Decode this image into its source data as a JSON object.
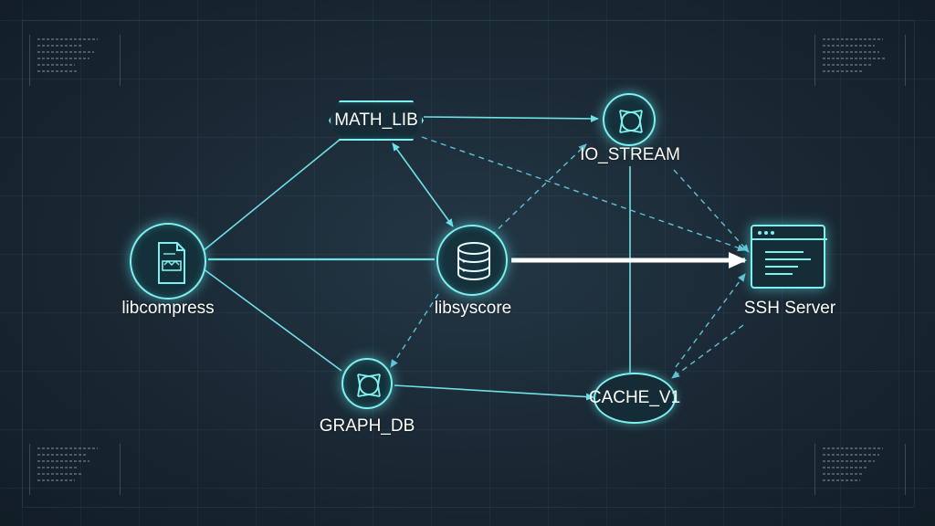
{
  "diagram": {
    "nodes": [
      {
        "id": "libcompress",
        "label": "libcompress",
        "shape": "circle",
        "icon": "document-archive-icon"
      },
      {
        "id": "libsyscore",
        "label": "libsyscore",
        "shape": "circle",
        "icon": "database-icon"
      },
      {
        "id": "math_lib",
        "label": "MATH_LIB",
        "shape": "hexagon-pill",
        "icon": ""
      },
      {
        "id": "io_stream",
        "label": "IO_STREAM",
        "shape": "circle",
        "icon": "aperture-icon"
      },
      {
        "id": "graph_db",
        "label": "GRAPH_DB",
        "shape": "circle",
        "icon": "aperture-icon"
      },
      {
        "id": "cache_v1",
        "label": "CACHE_V1",
        "shape": "oval",
        "icon": ""
      },
      {
        "id": "ssh_server",
        "label": "SSH Server",
        "shape": "window",
        "icon": "terminal-window-icon"
      }
    ],
    "edges": [
      {
        "from": "libcompress",
        "to": "math_lib",
        "style": "solid"
      },
      {
        "from": "libcompress",
        "to": "libsyscore",
        "style": "solid"
      },
      {
        "from": "libcompress",
        "to": "graph_db",
        "style": "solid"
      },
      {
        "from": "math_lib",
        "to": "io_stream",
        "style": "solid-arrow"
      },
      {
        "from": "math_lib",
        "to": "libsyscore",
        "style": "solid-arrow-both"
      },
      {
        "from": "math_lib",
        "to": "ssh_server",
        "style": "dashed-arrow"
      },
      {
        "from": "libsyscore",
        "to": "io_stream",
        "style": "dashed-arrow"
      },
      {
        "from": "libsyscore",
        "to": "graph_db",
        "style": "dashed-arrow"
      },
      {
        "from": "libsyscore",
        "to": "ssh_server",
        "style": "highlight-arrow"
      },
      {
        "from": "io_stream",
        "to": "ssh_server",
        "style": "dashed-arrow"
      },
      {
        "from": "io_stream",
        "to": "cache_v1",
        "style": "solid"
      },
      {
        "from": "graph_db",
        "to": "cache_v1",
        "style": "solid-arrow"
      },
      {
        "from": "ssh_server",
        "to": "cache_v1",
        "style": "dashed-arrow"
      },
      {
        "from": "cache_v1",
        "to": "ssh_server",
        "style": "dashed-arrow"
      }
    ]
  },
  "colors": {
    "background": "#17242f",
    "accent": "#7ff0f0",
    "edge_solid": "#6fe0e6",
    "edge_dashed": "#5fc3d6",
    "highlight": "#ffffff"
  }
}
